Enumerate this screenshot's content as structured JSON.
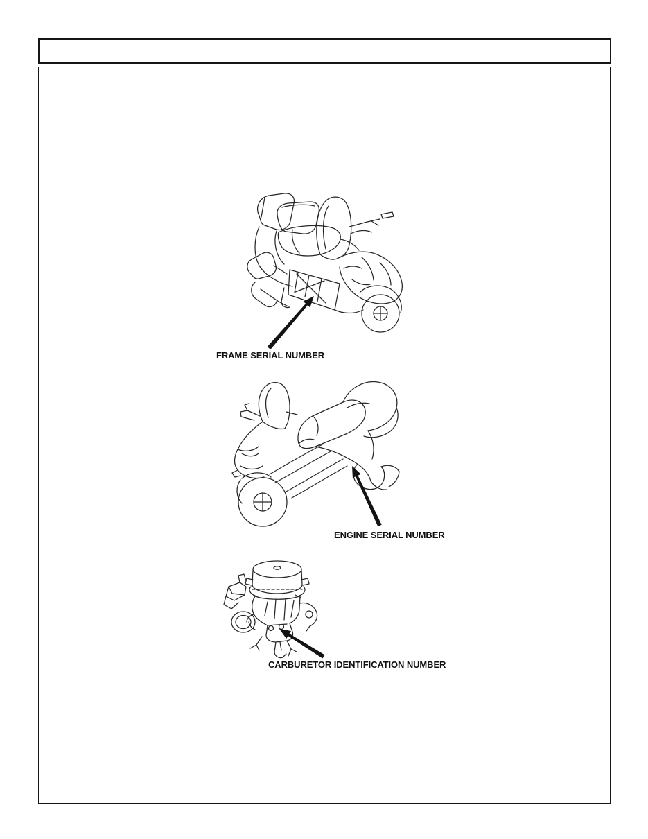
{
  "page": {
    "background": "#ffffff",
    "frame_color": "#161616",
    "ink_color": "#262626"
  },
  "header": {
    "text": ""
  },
  "figures": [
    {
      "caption": "FRAME SERIAL NUMBER",
      "illustration": "scooter-rear-three-quarter-view"
    },
    {
      "caption": "ENGINE SERIAL NUMBER",
      "illustration": "scooter-front-three-quarter-view"
    },
    {
      "caption": "CARBURETOR IDENTIFICATION NUMBER",
      "illustration": "carburetor-assembly"
    }
  ]
}
